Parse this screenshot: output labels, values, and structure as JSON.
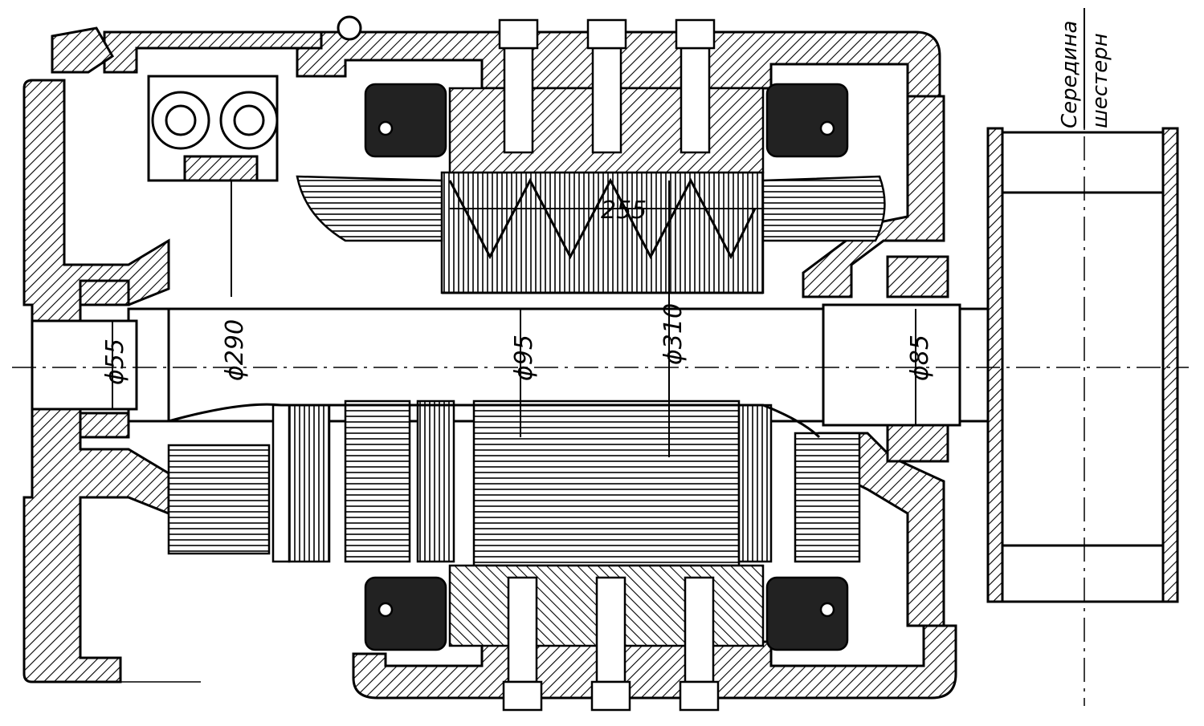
{
  "labels": {
    "note_line1": "Середина",
    "note_line2": "шестерн"
  },
  "dimensions": {
    "d290": "ϕ290",
    "d95": "ϕ95",
    "d310": "ϕ310",
    "d85": "ϕ85",
    "d55": "ϕ55",
    "len255": "255"
  },
  "colors": {
    "line": "#000000",
    "background": "#ffffff",
    "coil": "#222222"
  }
}
